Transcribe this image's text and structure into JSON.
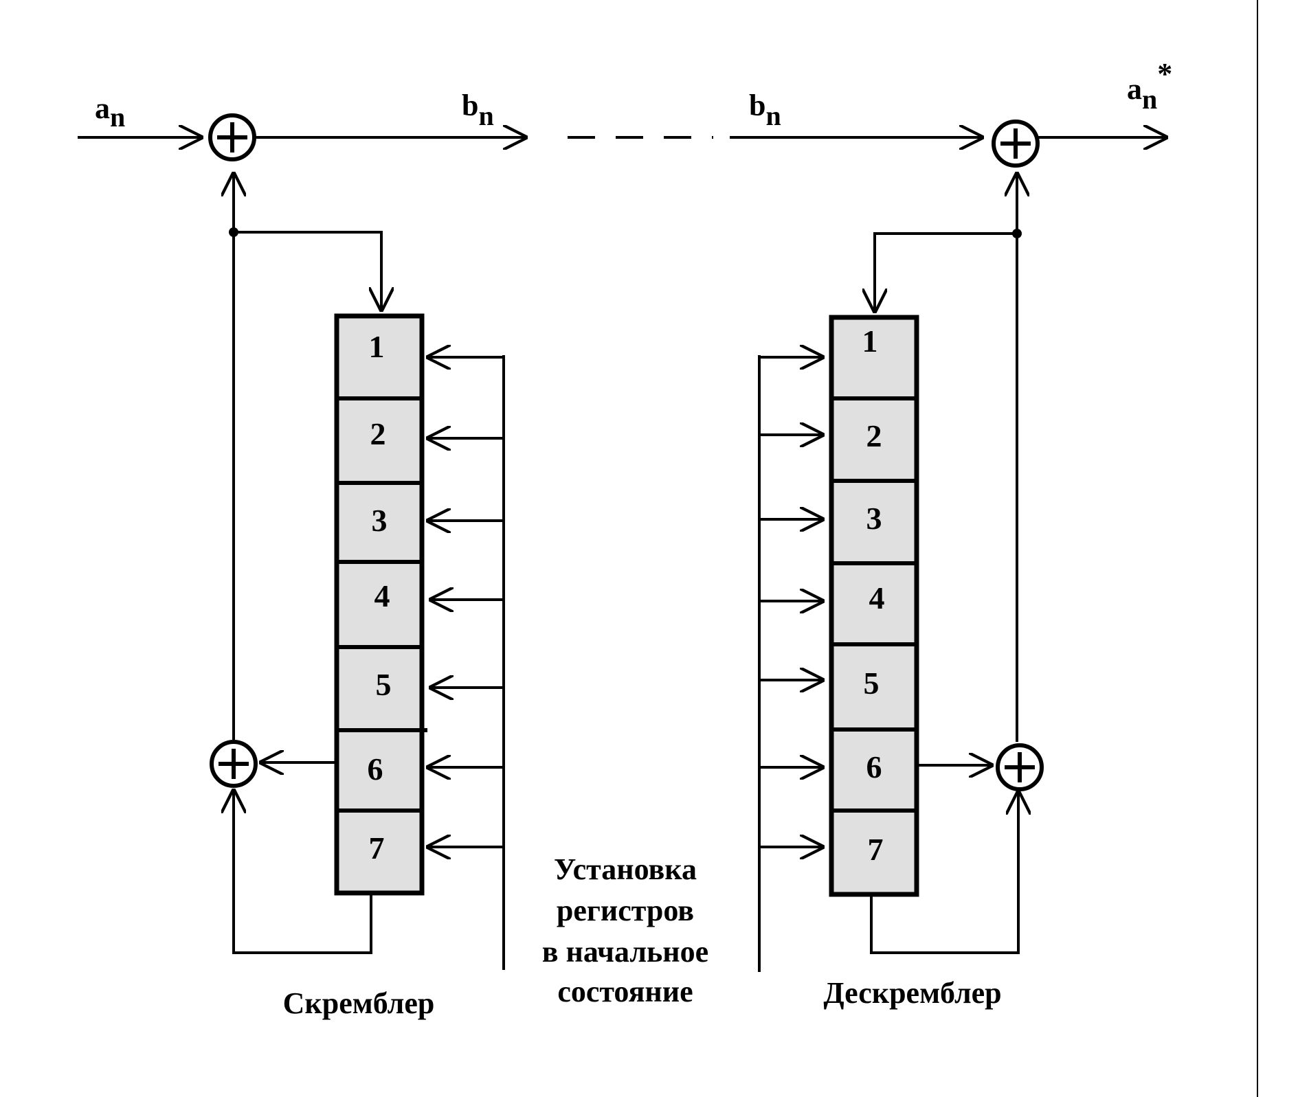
{
  "signals": {
    "input": {
      "main": "a",
      "sub": "n"
    },
    "scrambled_left": {
      "main": "b",
      "sub": "n"
    },
    "scrambled_right": {
      "main": "b",
      "sub": "n"
    },
    "output": {
      "main": "a",
      "sub": "n",
      "sup": "*"
    }
  },
  "scrambler": {
    "label": "Скремблер",
    "cells": [
      "1",
      "2",
      "3",
      "4",
      "5",
      "6",
      "7"
    ]
  },
  "descrambler": {
    "label": "Дескремблер",
    "cells": [
      "1",
      "2",
      "3",
      "4",
      "5",
      "6",
      "7"
    ]
  },
  "reset_caption": [
    "Установка",
    "регистров",
    "в начальное",
    "состояние"
  ]
}
